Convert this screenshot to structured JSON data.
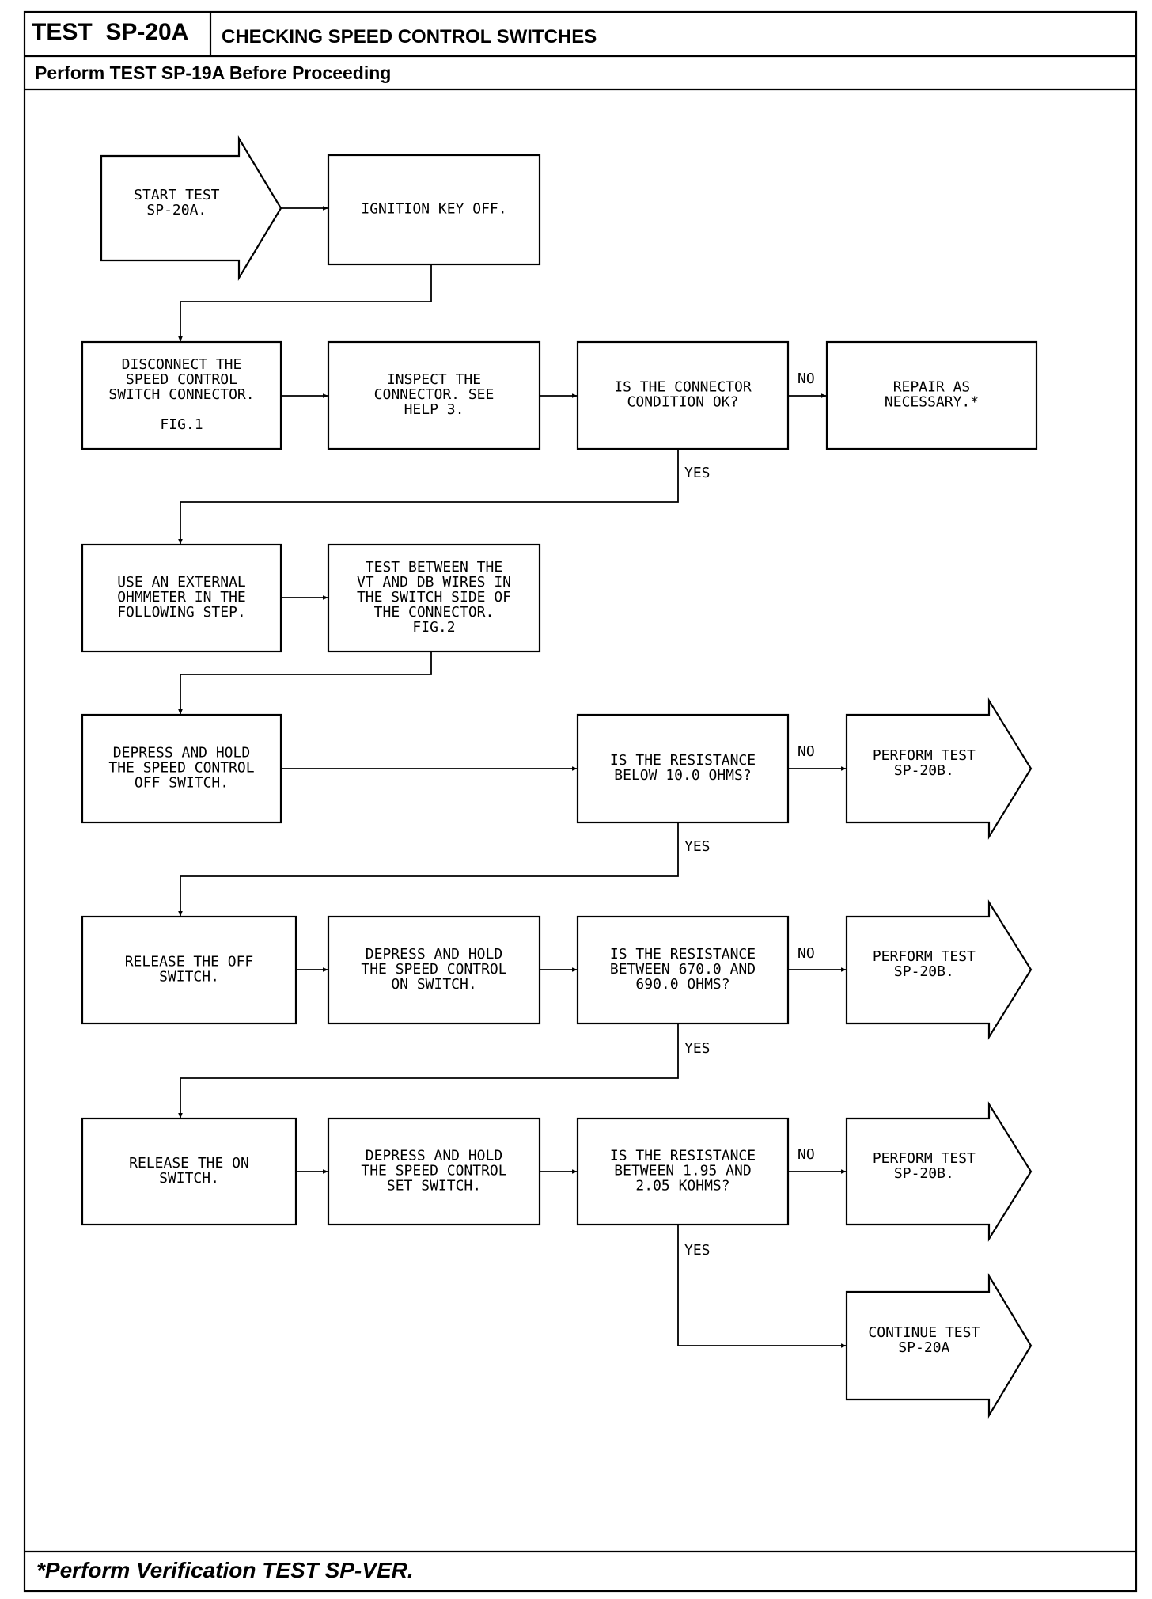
{
  "header": {
    "test_id": "TEST  SP-20A",
    "title": "CHECKING SPEED CONTROL SWITCHES",
    "prerequisite": "Perform TEST SP-19A Before Proceeding",
    "footer_note": "*Perform Verification TEST SP-VER."
  },
  "nodes": {
    "start": [
      "START TEST",
      "SP-20A."
    ],
    "ignition": [
      "IGNITION KEY OFF."
    ],
    "disconnect": [
      "DISCONNECT THE",
      "SPEED CONTROL",
      "SWITCH CONNECTOR.",
      "",
      "FIG.1"
    ],
    "inspect": [
      "INSPECT THE",
      "CONNECTOR. SEE",
      "HELP 3."
    ],
    "q_connector": [
      "IS THE CONNECTOR",
      "CONDITION OK?"
    ],
    "repair": [
      "REPAIR AS",
      "NECESSARY.*"
    ],
    "use_ohmmeter": [
      "USE AN EXTERNAL",
      "OHMMETER IN THE",
      "FOLLOWING STEP."
    ],
    "test_wires": [
      "TEST BETWEEN THE",
      "VT AND DB WIRES IN",
      "THE SWITCH SIDE OF",
      "THE CONNECTOR.",
      "FIG.2"
    ],
    "depress_off": [
      "DEPRESS AND HOLD",
      "THE SPEED CONTROL",
      "OFF SWITCH."
    ],
    "q_below10": [
      "IS THE RESISTANCE",
      "BELOW 10.0 OHMS?"
    ],
    "perform_1": [
      "PERFORM TEST",
      "SP-20B."
    ],
    "release_off": [
      "RELEASE THE OFF",
      "SWITCH."
    ],
    "depress_on": [
      "DEPRESS AND HOLD",
      "THE SPEED CONTROL",
      "ON SWITCH."
    ],
    "q_670": [
      "IS THE RESISTANCE",
      "BETWEEN 670.0 AND",
      "690.0 OHMS?"
    ],
    "perform_2": [
      "PERFORM TEST",
      "SP-20B."
    ],
    "release_on": [
      "RELEASE THE ON",
      "SWITCH."
    ],
    "depress_set": [
      "DEPRESS AND HOLD",
      "THE SPEED CONTROL",
      "SET SWITCH."
    ],
    "q_195": [
      "IS THE RESISTANCE",
      "BETWEEN 1.95 AND",
      "2.05 KOHMS?"
    ],
    "perform_3": [
      "PERFORM TEST",
      "SP-20B."
    ],
    "continue": [
      "CONTINUE TEST",
      "SP-20A"
    ]
  },
  "edge_labels": {
    "no": "NO",
    "yes": "YES"
  }
}
